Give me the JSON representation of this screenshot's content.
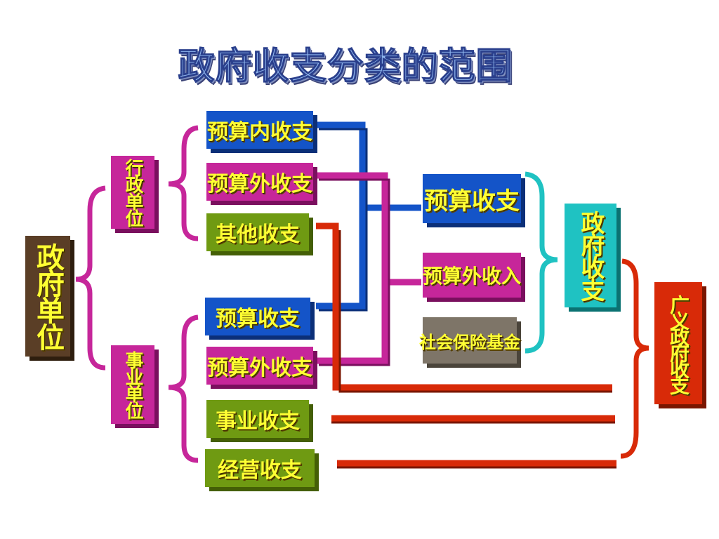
{
  "title": "政府收支分类的范围",
  "nodes": {
    "gov_unit": "政府单位",
    "admin_unit": "行政单位",
    "public_inst": "事业单位",
    "admin_budget_in": "预算内收支",
    "admin_budget_out": "预算外收支",
    "admin_other": "其他收支",
    "inst_budget": "预算收支",
    "inst_budget_out": "预算外收支",
    "inst_business": "事业收支",
    "inst_operating": "经营收支",
    "budget_total": "预算收支",
    "extra_budget_income": "预算外收入",
    "social_insurance": "社会保险基金",
    "gov_revenue": "政府收支",
    "broad_gov_revenue": "广义政府收支"
  },
  "colors": {
    "blue": "#1454c8",
    "magenta": "#c6269a",
    "olive": "#6f9a12",
    "cyan": "#1fc2c2",
    "red": "#d82a08",
    "gray": "#7e7568",
    "brown": "#5a3e26",
    "text": "#ffff33"
  }
}
